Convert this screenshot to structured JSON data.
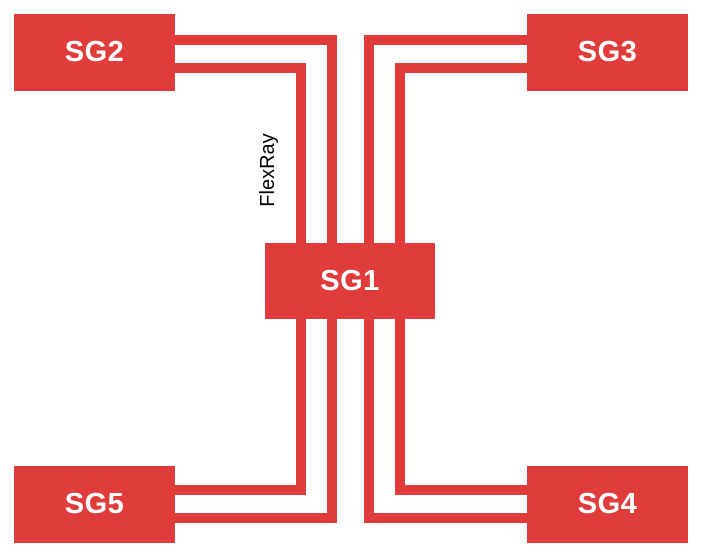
{
  "bus_label": "FlexRay",
  "colors": {
    "node": "#e13c3c",
    "line": "#e13c3c",
    "label": "#ffffff",
    "background": "#ffffff",
    "bus_label_color": "#000000"
  },
  "nodes": [
    {
      "id": "SG1",
      "label": "SG1",
      "position": "center"
    },
    {
      "id": "SG2",
      "label": "SG2",
      "position": "top-left"
    },
    {
      "id": "SG3",
      "label": "SG3",
      "position": "top-right"
    },
    {
      "id": "SG4",
      "label": "SG4",
      "position": "bottom-right"
    },
    {
      "id": "SG5",
      "label": "SG5",
      "position": "bottom-left"
    }
  ],
  "connections": [
    {
      "from": "SG2",
      "to": "SG1",
      "channels": 2
    },
    {
      "from": "SG3",
      "to": "SG1",
      "channels": 2
    },
    {
      "from": "SG4",
      "to": "SG1",
      "channels": 2
    },
    {
      "from": "SG5",
      "to": "SG1",
      "channels": 2
    }
  ]
}
